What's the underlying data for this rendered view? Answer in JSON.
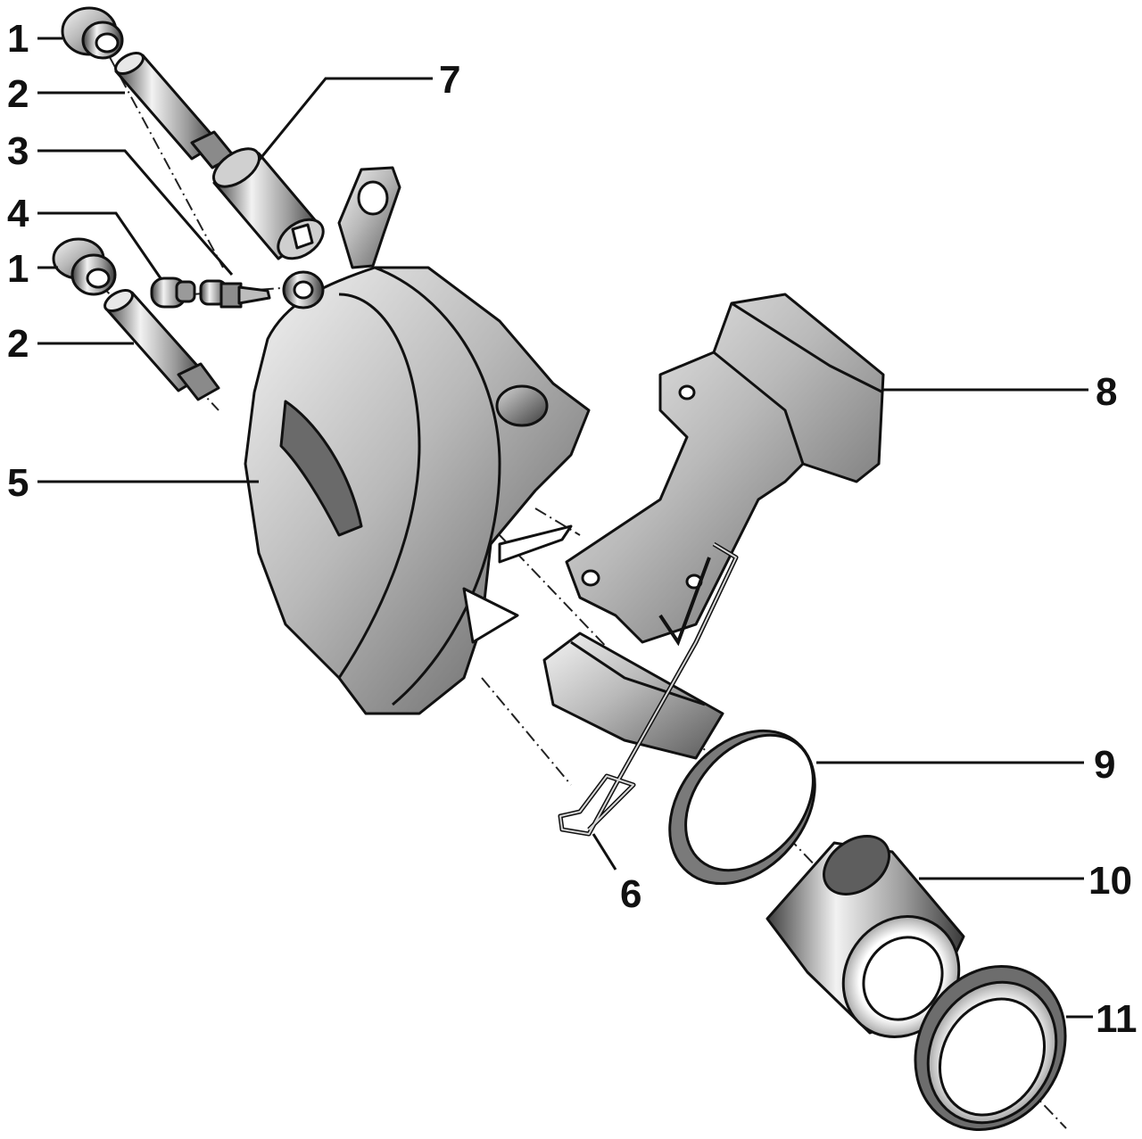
{
  "callouts": {
    "c1a": "1",
    "c2a": "2",
    "c3": "3",
    "c4": "4",
    "c1b": "1",
    "c2b": "2",
    "c5": "5",
    "c6": "6",
    "c7": "7",
    "c8": "8",
    "c9": "9",
    "c10": "10",
    "c11": "11"
  }
}
